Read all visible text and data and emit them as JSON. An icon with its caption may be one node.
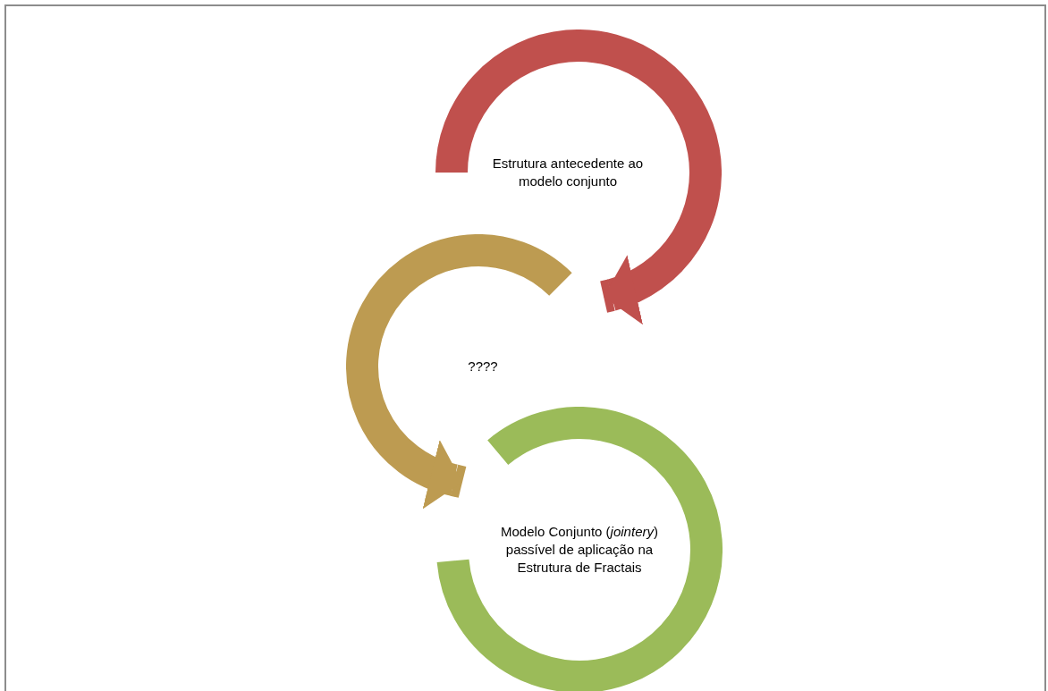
{
  "diagram": {
    "nodes": [
      {
        "text": [
          "Estrutura antecedente ao modelo conjunto"
        ]
      },
      {
        "text": [
          "????"
        ]
      },
      {
        "text": [
          "Modelo Conjunto (*jointery*) passível de aplicação na Estrutura de Fractais"
        ]
      }
    ],
    "edges": [
      {
        "from": 0,
        "to": 1,
        "arrow": "to",
        "color": "#c0504d"
      },
      {
        "from": 1,
        "to": 2,
        "arrow": "to",
        "color": "#bd9b51"
      }
    ]
  }
}
